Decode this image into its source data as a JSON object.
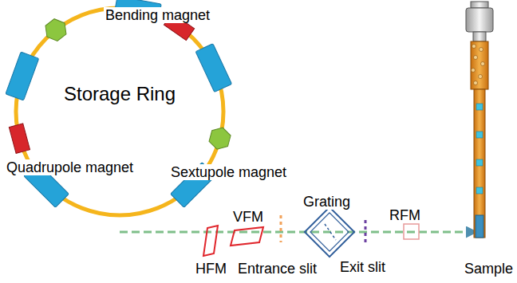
{
  "diagram": {
    "nodes": [
      {
        "text": [
          "Storage Ring"
        ]
      }
    ],
    "labels": [
      "Bending magnet",
      "Quadrupole magnet",
      "Sextupole magnet",
      "HFM",
      "VFM",
      "Entrance slit",
      "Grating",
      "Exit slit",
      "RFM",
      "Sample"
    ]
  }
}
